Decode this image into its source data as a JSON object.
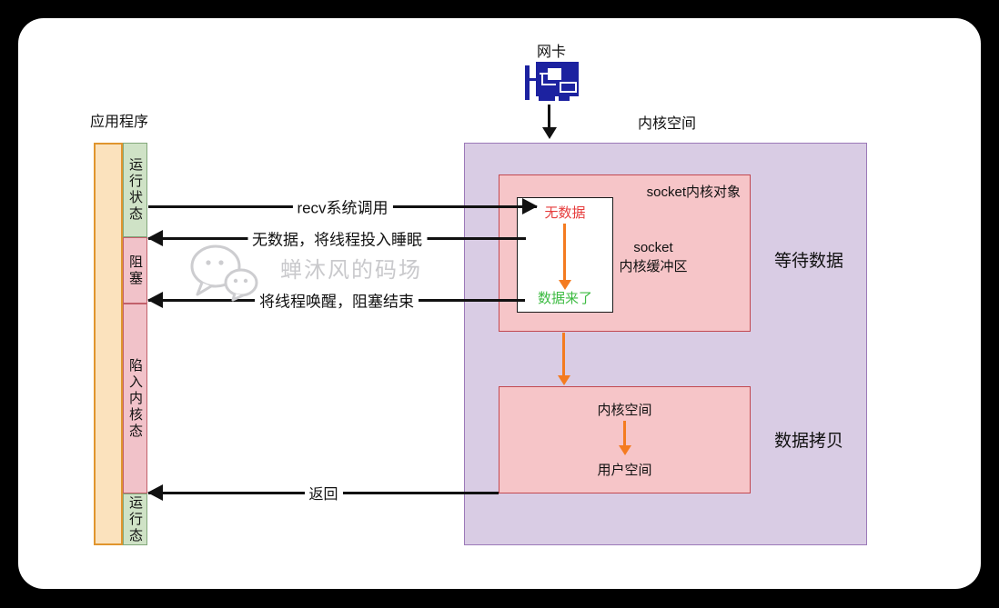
{
  "app": {
    "label": "应用程序"
  },
  "nic": {
    "label": "网卡",
    "icon": "network-card-icon"
  },
  "kernel_space": {
    "label": "内核空间"
  },
  "timeline": {
    "segments": [
      {
        "id": "running-state",
        "label": "运行状态",
        "color": "green"
      },
      {
        "id": "blocked",
        "label": "阻塞",
        "color": "pink"
      },
      {
        "id": "trap-kernel-state",
        "label": "陷入内核态",
        "color": "pink"
      },
      {
        "id": "running-final",
        "label": "运行态",
        "color": "green"
      }
    ]
  },
  "arrows": {
    "recv": "recv系统调用",
    "sleep": "无数据，将线程投入睡眠",
    "wake": "将线程唤醒，阻塞结束",
    "ret": "返回"
  },
  "socket_box": {
    "title": "socket内核对象",
    "no_data": "无数据",
    "data_arrived": "数据来了",
    "buffer_line1": "socket",
    "buffer_line2": "内核缓冲区"
  },
  "copy_box": {
    "from": "内核空间",
    "to": "用户空间"
  },
  "side_labels": {
    "waiting": "等待数据",
    "copying": "数据拷贝"
  },
  "watermark": {
    "text": "蝉沐风的码场",
    "icon": "wechat-icon"
  },
  "colors": {
    "background": "#000000",
    "card": "#ffffff",
    "nic_blue": "#1c22a0",
    "kernel_purple_fill": "#d9cce4",
    "kernel_purple_border": "#9b79b8",
    "pink_box_fill": "#f6c5c8",
    "pink_box_border": "#c24850",
    "bar_orange_fill": "#fbe2bd",
    "bar_orange_border": "#e0952e",
    "green_fill": "#cfe2c6",
    "green_border": "#82a87b",
    "state_pink_fill": "#f1c2c9",
    "state_pink_border": "#c2606b",
    "arrow_black": "#111111",
    "arrow_orange": "#f47b20",
    "no_data_red": "#e63c3c",
    "data_green": "#3cbb41",
    "watermark_gray": "#c9c9cc"
  }
}
